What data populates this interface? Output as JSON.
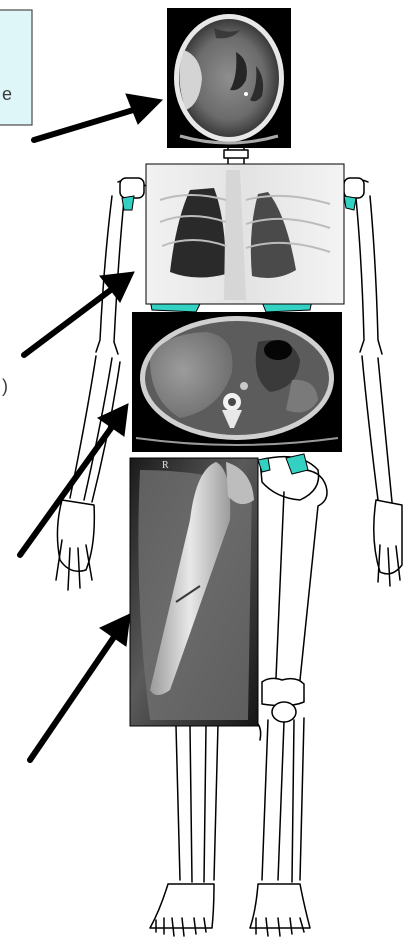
{
  "left_box": {
    "fragment": "e",
    "background": "#dff6f8",
    "border": "#4a4a4a"
  },
  "side_fragment": ")",
  "images": [
    {
      "name": "head-ct",
      "kind": "brain CT, axial slice"
    },
    {
      "name": "chest-xray",
      "kind": "chest radiograph, frontal"
    },
    {
      "name": "abdomen-ct",
      "kind": "abdominal CT, axial slice"
    },
    {
      "name": "femur-xray",
      "kind": "femur radiograph",
      "marker": "R"
    }
  ],
  "colors": {
    "arrow": "#000000",
    "skeleton_line": "#000000",
    "joint_accent": "#33d1c2"
  }
}
